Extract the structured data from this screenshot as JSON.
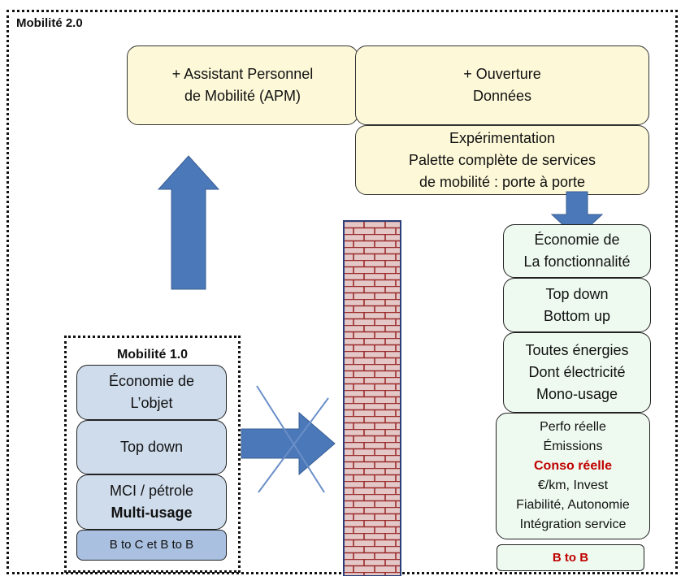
{
  "outer_title": "Mobilité 2.0",
  "top": {
    "apm": [
      "+ Assistant Personnel",
      "de Mobilité (APM)"
    ],
    "ouverture": [
      "+ Ouverture",
      "Données"
    ],
    "experimentation": [
      "Expérimentation",
      "Palette complète de services",
      "de mobilité : porte à porte"
    ]
  },
  "mobilite1": {
    "title": "Mobilité 1.0",
    "economie": [
      "Économie de",
      "L’objet"
    ],
    "topdown": "Top down",
    "mci": "MCI / pétrole",
    "multi": "Multi-usage",
    "btoc": "B to C et B to B"
  },
  "mobilite2": {
    "economie": [
      "Économie de",
      "La fonctionnalité"
    ],
    "topdown": [
      "Top down",
      "Bottom up"
    ],
    "energies": [
      "Toutes énergies",
      "Dont électricité",
      "Mono-usage"
    ],
    "perfo": [
      "Perfo réelle",
      "Émissions"
    ],
    "conso": "Conso réelle",
    "perfo2": [
      "€/km, Invest",
      "Fiabilité, Autonomie",
      "Intégration service"
    ],
    "btob": "B to B"
  },
  "colors": {
    "arrow": "#4a78b8",
    "brick_bg": "#e4c8c8",
    "brick_line": "#9b2b2b"
  }
}
